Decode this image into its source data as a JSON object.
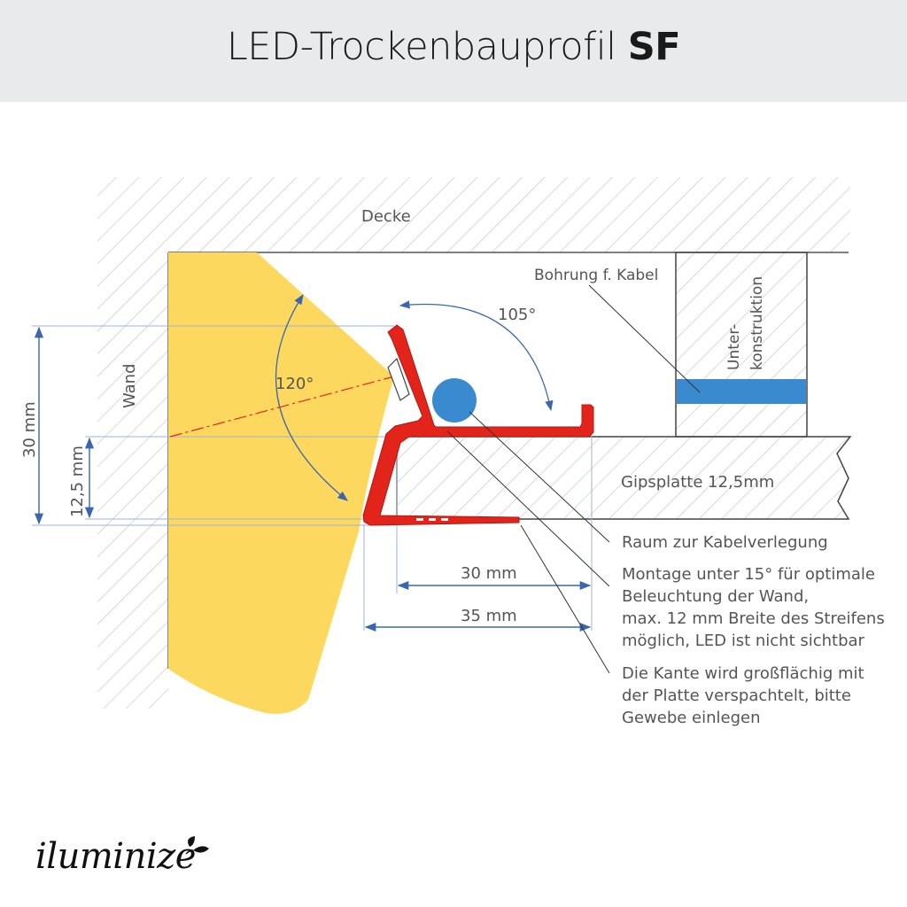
{
  "header": {
    "title_main": "LED-Trockenbauprofil",
    "title_bold": "SF"
  },
  "labels": {
    "ceiling": "Decke",
    "wall": "Wand",
    "cable_hole": "Bohrung f. Kabel",
    "substructure_line1": "Unter-",
    "substructure_line2": "konstruktion",
    "drywall": "Gipsplatte 12,5mm",
    "angle_120": "120°",
    "angle_105": "105°",
    "dim_30_vertical": "30 mm",
    "dim_12_5_vertical": "12,5 mm",
    "dim_30_horizontal": "30 mm",
    "dim_35_horizontal": "35 mm"
  },
  "notes": {
    "cable_space": "Raum zur Kabelverlegung",
    "mounting_lines": [
      "Montage unter 15° für optimale",
      "Beleuchtung der Wand,",
      "max. 12 mm Breite des Streifens",
      "möglich, LED ist nicht sichtbar"
    ],
    "edge_lines": [
      "Die Kante wird großflächig mit",
      "der Platte verspachtelt, bitte",
      "Gewebe einlegen"
    ]
  },
  "brand": {
    "logo_text": "iluminize"
  },
  "colors": {
    "light_beam": "#fcd95e",
    "profile": "#e3241b",
    "cable": "#3a8ad0",
    "cable_hole": "#3a8ad0",
    "dimension": "#3a66b0",
    "hatch": "#c4c4c4",
    "header_bg": "#e9eaec"
  },
  "icons": {
    "logo_leaf": "leaf-icon"
  }
}
